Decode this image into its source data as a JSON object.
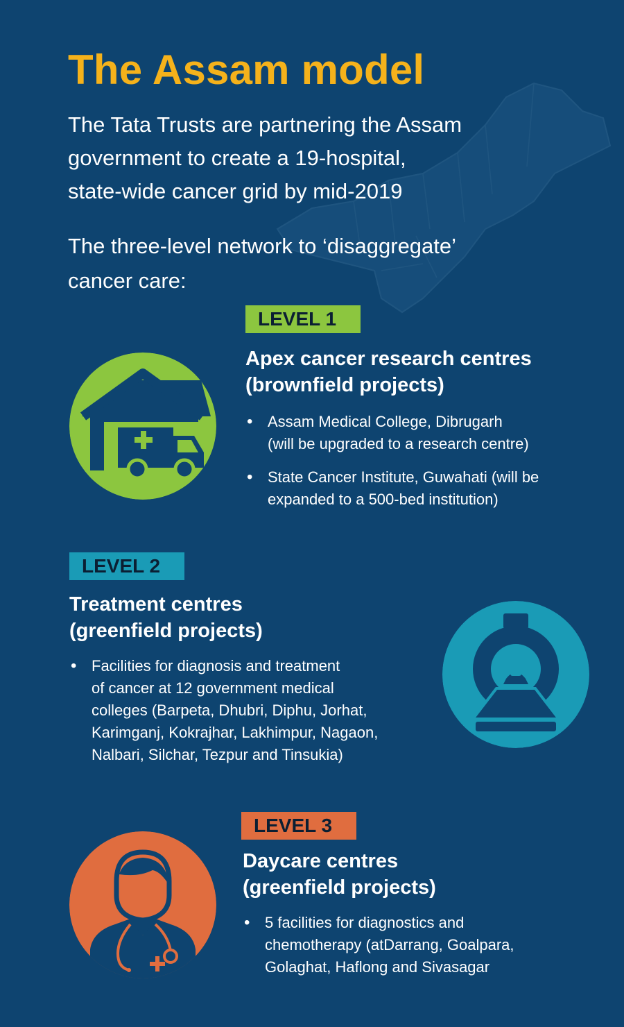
{
  "title": "The Assam model",
  "intro_lines": [
    "The Tata Trusts are partnering the Assam",
    "government to create a 19-hospital,",
    "state-wide cancer grid by mid-2019"
  ],
  "subintro_lines": [
    "The three-level network to ‘disaggregate’",
    "cancer care:"
  ],
  "colors": {
    "background": "#0e4470",
    "title": "#f5b21b",
    "level1": "#8cc63f",
    "level2": "#1a9bb6",
    "level3": "#e06d3f"
  },
  "levels": [
    {
      "badge": "LEVEL 1",
      "heading_lines": [
        "Apex cancer research centres",
        "(brownfield projects)"
      ],
      "icon": "house-ambulance-icon",
      "bullets": [
        [
          "Assam Medical College, Dibrugarh",
          "(will be upgraded to a research centre)"
        ],
        [
          "State Cancer Institute, Guwahati (will be",
          "expanded to a 500-bed institution)"
        ]
      ]
    },
    {
      "badge": "LEVEL 2",
      "heading_lines": [
        "Treatment centres",
        "(greenfield projects)"
      ],
      "icon": "ct-scanner-icon",
      "bullets": [
        [
          "Facilities for diagnosis and treatment",
          "of cancer at 12 government medical",
          "colleges (Barpeta, Dhubri, Diphu, Jorhat,",
          "Karimganj, Kokrajhar, Lakhimpur, Nagaon,",
          "Nalbari, Silchar, Tezpur and Tinsukia)"
        ]
      ]
    },
    {
      "badge": "LEVEL 3",
      "heading_lines": [
        "Daycare centres",
        "(greenfield projects)"
      ],
      "icon": "doctor-icon",
      "bullets": [
        [
          "5 facilities for diagnostics and",
          "chemotherapy (atDarrang, Goalpara,",
          "Golaghat, Haflong and Sivasagar"
        ]
      ]
    }
  ]
}
